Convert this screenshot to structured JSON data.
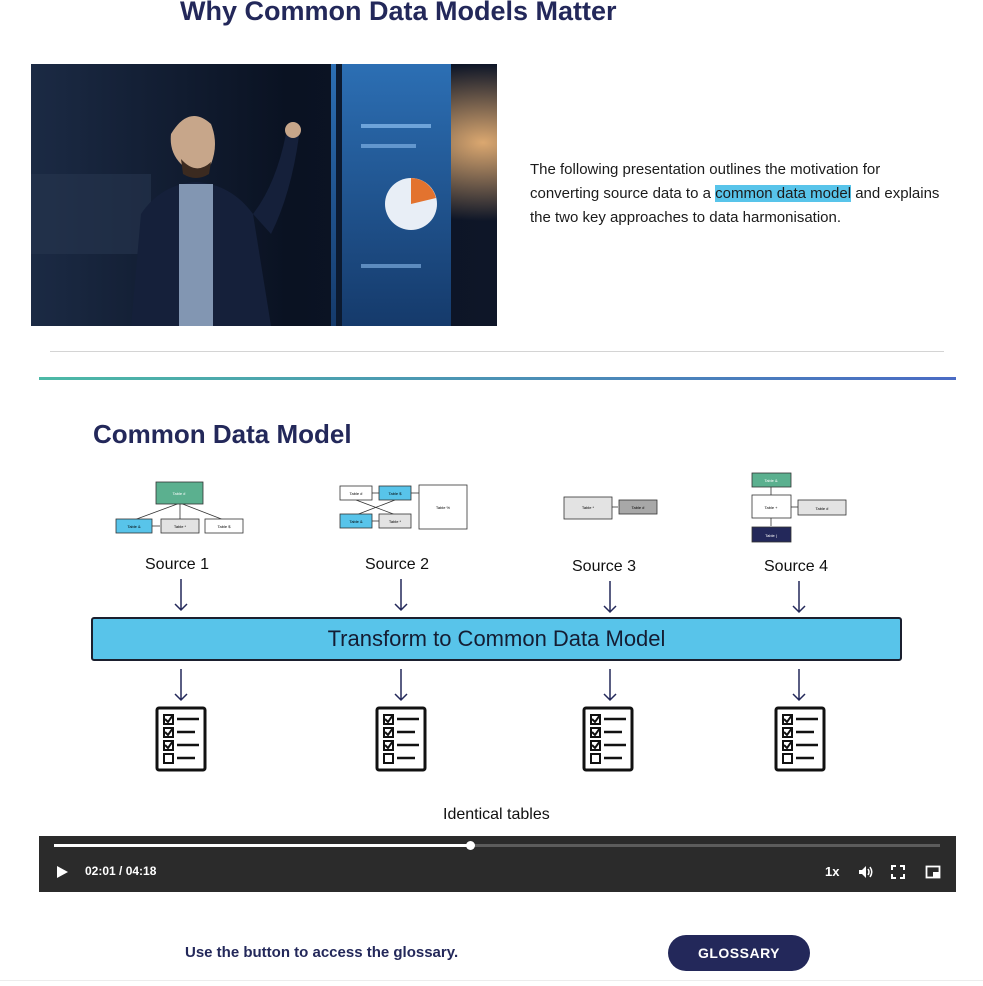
{
  "page": {
    "title": "Why Common Data Models Matter",
    "intro_before": "The following presentation outlines the motivation for converting source data to a ",
    "intro_highlight": "common data model",
    "intro_after": " and explains the two key approaches to data harmonisation."
  },
  "slide": {
    "title": "Common Data Model",
    "sources": [
      "Source 1",
      "Source 2",
      "Source 3",
      "Source 4"
    ],
    "transform_label": "Transform to Common Data Model",
    "identical_label": "Identical tables",
    "mini_tables": {
      "s1": [
        "Table #",
        "Table &",
        "Table *",
        "Table $"
      ],
      "s2": [
        "Table #",
        "Table $",
        "Table %",
        "Table &",
        "Table *"
      ],
      "s3": [
        "Table *",
        "Table #"
      ],
      "s4": [
        "Table &",
        "Table +",
        "Table #",
        "Table |"
      ]
    },
    "colors": {
      "accent": "#58c4ea",
      "teal": "#5bb08f",
      "navy": "#23285a"
    }
  },
  "player": {
    "time": "02:01 / 04:18",
    "progress": 0.47,
    "speed": "1x",
    "icons": [
      "play-icon",
      "volume-icon",
      "fullscreen-icon",
      "picture-in-picture-icon"
    ]
  },
  "footer": {
    "note": "Use the button to access the glossary.",
    "button": "GLOSSARY"
  }
}
